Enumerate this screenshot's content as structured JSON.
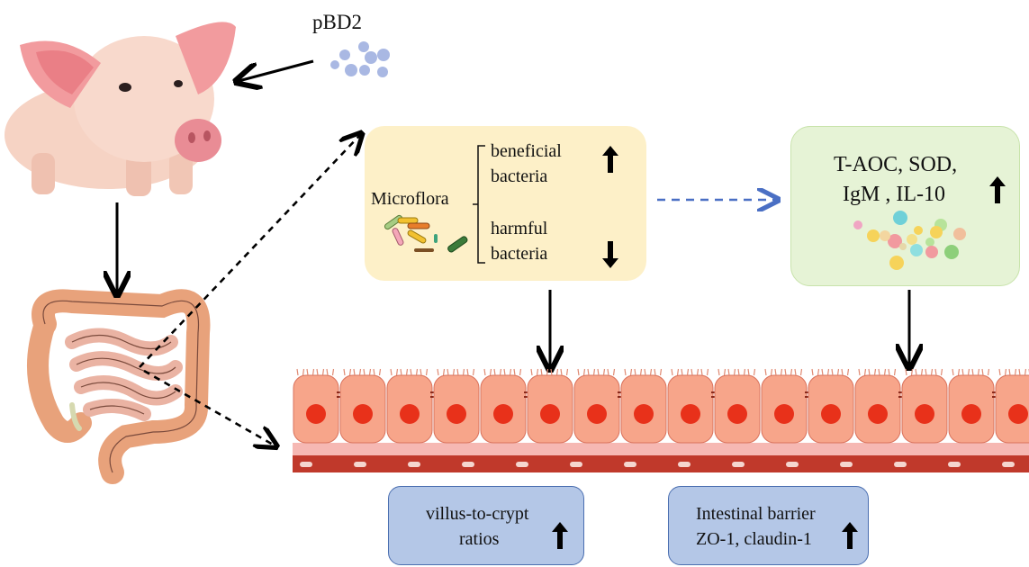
{
  "labels": {
    "peptide": "pBD2",
    "microflora": "Microflora",
    "beneficial_line1": "beneficial",
    "beneficial_line2": "bacteria",
    "harmful_line1": "harmful",
    "harmful_line2": "bacteria",
    "antioxidant_line1": "T-AOC, SOD,",
    "antioxidant_line2": "IgM , IL-10",
    "villus_line1": "villus-to-crypt",
    "villus_line2": "ratios",
    "barrier_line1": "Intestinal barrier",
    "barrier_line2": "ZO-1, claudin-1"
  },
  "trends": {
    "beneficial_bacteria": "up",
    "harmful_bacteria": "down",
    "antioxidant_immune": "up",
    "villus_to_crypt": "up",
    "intestinal_barrier": "up"
  },
  "colors": {
    "microflora_box": "#fdf0c8",
    "antioxidant_box": "#e6f3d6",
    "result_box": "#b4c7e7",
    "peptide_dots": "#a9b8e3",
    "dashed_blue_arrow": "#4a6fc4",
    "cell_body": "#f7a58a",
    "cell_nucleus": "#e8311a",
    "basement_band": "#f6b8b3",
    "blood_layer": "#c0392b"
  },
  "icons": [
    "pig-icon",
    "intestine-icon",
    "peptide-dots-icon",
    "bacteria-icon",
    "cytokine-dots-icon",
    "epithelium-icon"
  ]
}
